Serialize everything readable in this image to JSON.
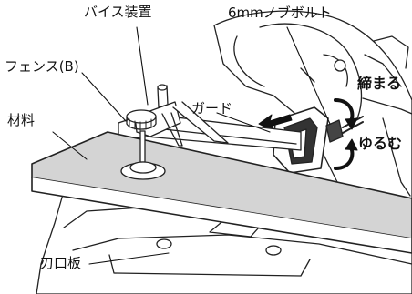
{
  "labels": {
    "vise": "バイス装置",
    "fence": "フェンス(B)",
    "material": "材料",
    "guard": "ガード",
    "knob": "6mmノブボルト",
    "tighten": "締まる",
    "loosen": "ゆるむ",
    "blade_plate": "刃口板"
  }
}
